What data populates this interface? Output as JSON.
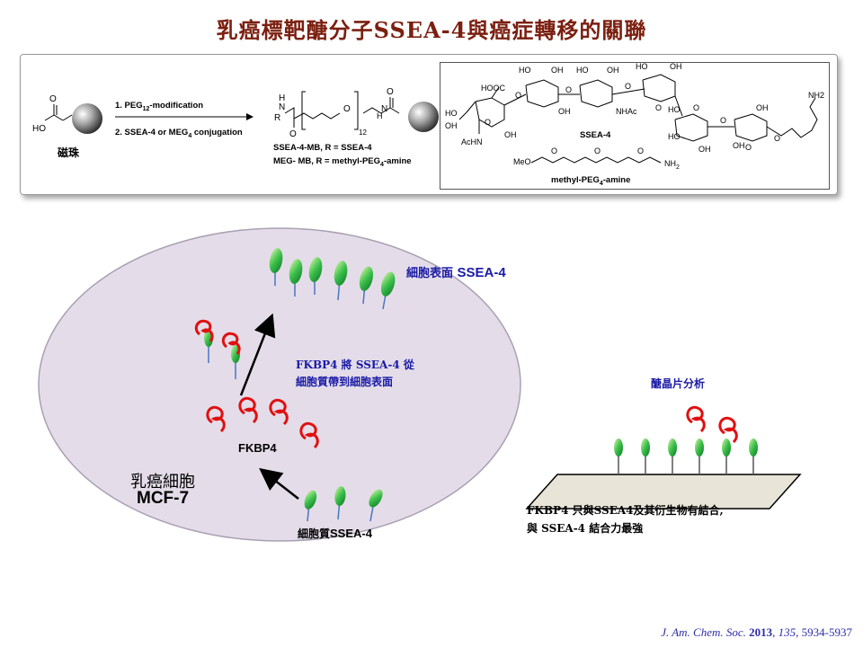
{
  "title": "乳癌標靶醣分子SSEA-4與癌症轉移的關聯",
  "scheme": {
    "bead_label": "磁珠",
    "bead_oh": "HO",
    "bead_o": "O",
    "step1": "1. PEG12-modification",
    "step1_pre": "1. PEG",
    "step1_sub": "12",
    "step1_post": "-modification",
    "step2": "2. SSEA-4 or MEG4 conjugation",
    "step2_pre": "2. SSEA-4 or MEG",
    "step2_sub": "4",
    "step2_post": " conjugation",
    "product_r": "R",
    "product_h": "H",
    "product_n": "N",
    "product_o": "O",
    "product_sub": "12",
    "product_line1": "SSEA-4-MB, R = SSEA-4",
    "product_line2_pre": "MEG- MB, R = methyl-PEG",
    "product_line2_sub": "4",
    "product_line2_post": "-amine"
  },
  "sugar": {
    "labels": [
      "HO",
      "OH",
      "HO",
      "OH",
      "HO",
      "OH",
      "HOOC",
      "O",
      "O",
      "O",
      "OH",
      "O",
      "NHAc",
      "HO",
      "OH",
      "O",
      "AcHN",
      "OH",
      "HO",
      "O",
      "HO",
      "OH",
      "O",
      "OH",
      "OH",
      "NH2",
      "O",
      "O"
    ],
    "ssea4_label": "SSEA-4",
    "meo": "MeO",
    "o": "O",
    "nh2": "NH",
    "nh2_sub": "2",
    "meg_label": "methyl-PEG4-amine",
    "meg_pre": "methyl-PEG",
    "meg_sub": "4",
    "meg_post": "-amine"
  },
  "cell": {
    "surface_label_pre": "細胞表面 ",
    "surface_label_bold": "SSEA-4",
    "fkbp4_transport_line1": "FKBP4 將 SSEA-4 從",
    "fkbp4_transport_line2": "細胞質帶到細胞表面",
    "fkbp4": "FKBP4",
    "cell_name": "乳癌細胞",
    "cell_line": "MCF-7",
    "cytoplasm_pre": "細胞質",
    "cytoplasm_bold": "SSEA-4"
  },
  "array": {
    "title": "醣晶片分析",
    "result_line1": "FKBP4 只與SSEA4及其衍生物有結合,",
    "result_line2": "與 SSEA-4 結合力最強"
  },
  "citation": {
    "journal": "J. Am. Chem. Soc.",
    "year": "2013",
    "volume": "135",
    "pages": ", 5934-5937"
  },
  "colors": {
    "title": "#7b1f10",
    "cell_fill": "#e4dde9",
    "glycan_green": "#1e9e3a",
    "stalk_blue": "#4a74c2",
    "fkbp4_red": "#e01010",
    "label_blue": "#1a1aa6"
  }
}
